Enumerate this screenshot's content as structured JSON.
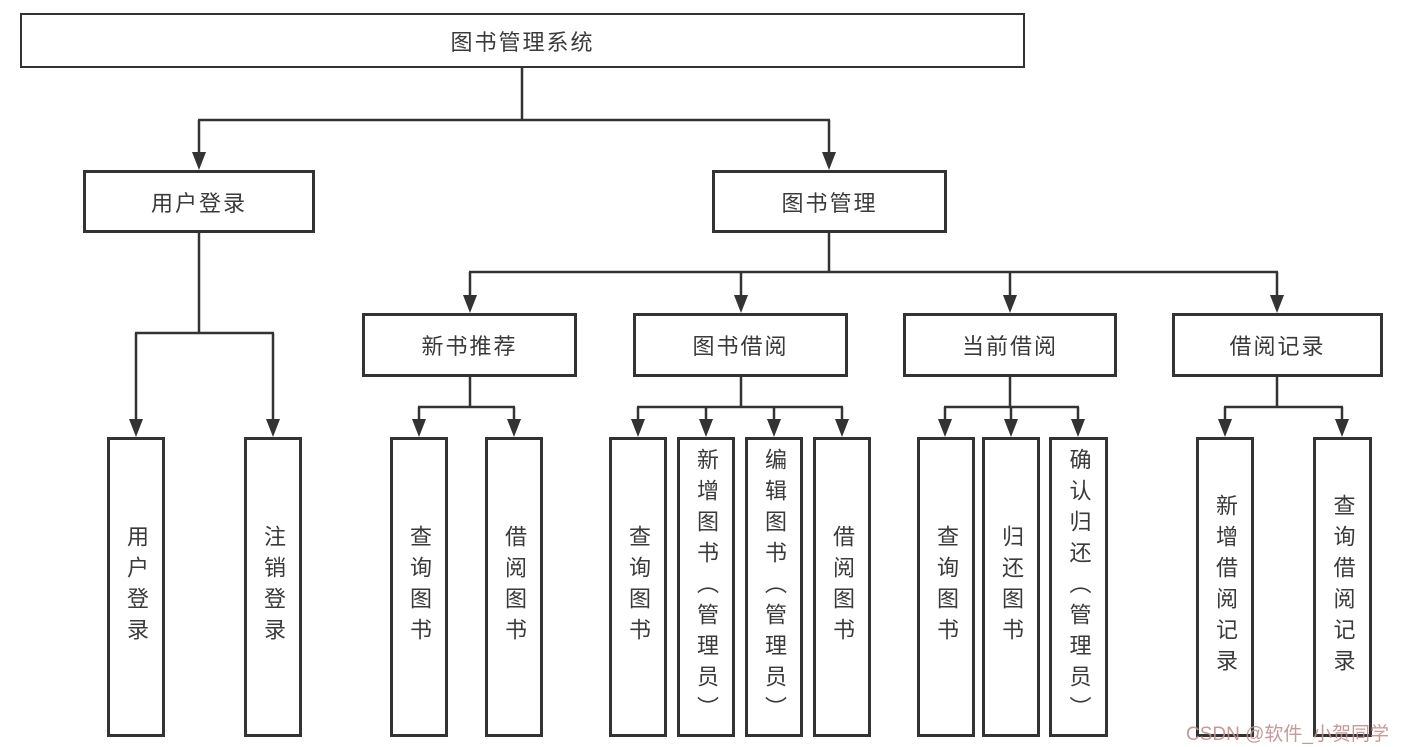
{
  "nodes": {
    "root": "图书管理系统",
    "level2": [
      "用户登录",
      "图书管理"
    ],
    "level3": [
      "新书推荐",
      "图书借阅",
      "当前借阅",
      "借阅记录"
    ],
    "leaves_user": [
      "用户登录",
      "注销登录"
    ],
    "leaves_recommend": [
      "查询图书",
      "借阅图书"
    ],
    "leaves_borrow": [
      "查询图书",
      "新增图书（管理员）",
      "编辑图书（管理员）",
      "借阅图书"
    ],
    "leaves_current": [
      "查询图书",
      "归还图书",
      "确认归还（管理员）"
    ],
    "leaves_records": [
      "新增借阅记录",
      "查询借阅记录"
    ]
  },
  "watermark": "CSDN @软件_小贺同学",
  "colors": {
    "line": "#333333",
    "text": "#3a3a3a",
    "background": "#ffffff",
    "watermark": "#c08f8f"
  }
}
